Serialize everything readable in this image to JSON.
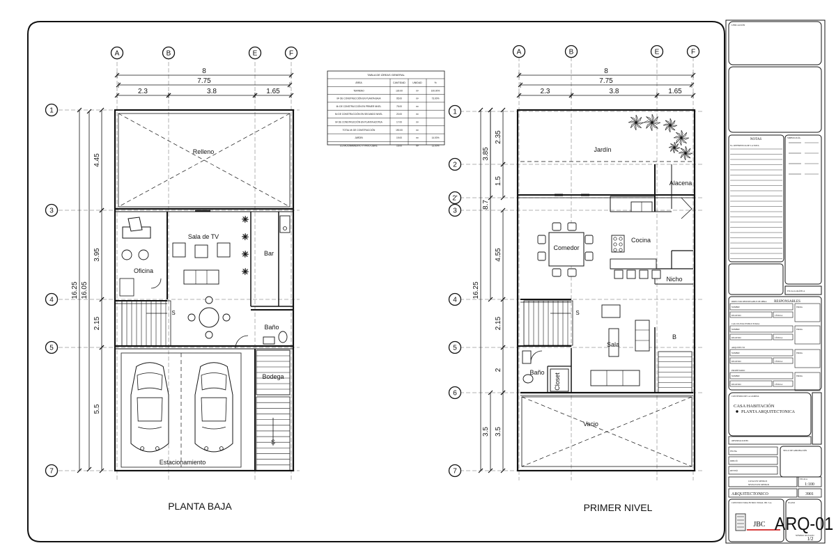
{
  "grid_cols": [
    "A",
    "B",
    "E",
    "F"
  ],
  "grid_rows_pb": [
    "1",
    "3",
    "4",
    "5",
    "7"
  ],
  "grid_rows_pn": [
    "1",
    "2",
    "2'",
    "3",
    "4",
    "5",
    "6",
    "7"
  ],
  "dims_top": {
    "total": "8",
    "inner": "7.75",
    "a": "2.3",
    "b": "3.8",
    "c": "1.65"
  },
  "pb": {
    "title": "PLANTA BAJA",
    "vert": {
      "total": "16.25",
      "inner": "16.05",
      "d1": "4.45",
      "d2": "3.95",
      "d3": "2.15",
      "d4": "5.5"
    },
    "rooms": {
      "relleno": "Relleno",
      "sala_tv": "Sala de TV",
      "oficina": "Oficina",
      "bar": "Bar",
      "bano": "Baño",
      "bodega": "Bodega",
      "estacionamiento": "Estacionamiento"
    },
    "stair_up": "S",
    "stair_s2": "S"
  },
  "pn": {
    "title": "PRIMER NIVEL",
    "vert": {
      "total": "16.25",
      "inner": "8.7",
      "d_a": "3.85",
      "d1": "2.35",
      "d2": "1.5",
      "d3": "4.55",
      "d4": "2.15",
      "d5": "2",
      "d6": "3.5",
      "d7": "3.5"
    },
    "rooms": {
      "jardin": "Jardín",
      "alacena": "Alacena",
      "comedor": "Comedor",
      "cocina": "Cocina",
      "nicho": "Nicho",
      "sala": "Sala",
      "bano": "Baño",
      "closet": "Closet",
      "vacio": "Vacio"
    },
    "stair_b": "B",
    "stair_s": "S"
  },
  "area_table": {
    "title": "TABLA DE ÁREAS GENERAL",
    "headers": [
      "ÁREA",
      "CANTIDAD",
      "UNIDAD",
      "%"
    ],
    "rows": [
      [
        "TERRENO",
        "130.00",
        "m²",
        "100.00%"
      ],
      [
        "M² DE CONSTRUCCIÓN EN PLANTA BAJA",
        "95.00",
        "m²",
        "73.00%"
      ],
      [
        "M² DE CONSTRUCCIÓN EN PRIMER NIVEL",
        "75.00",
        "m²",
        ""
      ],
      [
        "M² DE CONSTRUCCIÓN EN SEGUNDO NIVEL",
        "20.00",
        "m²",
        ""
      ],
      [
        "M² DE CONSTRUCCIÓN EN PLANTA AZOTEA",
        "17.00",
        "m²",
        ""
      ],
      [
        "TOTAL M² DE CONSTRUCCIÓN",
        "190.00",
        "m²",
        ""
      ],
      [
        "JARDÍN",
        "19.00",
        "m²",
        "14.00%"
      ],
      [
        "ESTACIONAMIENTO Y PATIO LIBRE",
        "16.00",
        "m²",
        "13.00%"
      ]
    ]
  },
  "title_block": {
    "ubicacion": "UBICACIÓN",
    "notas": "NOTAS",
    "notas_header": "No.     REFERENCIA DE LA NOTA",
    "simbologia": "SIMBOLOGÍA",
    "escala_grafica": "ESCALA GRÁFICA",
    "responsables": "RESPONSABLES",
    "director": "DIRECTOR RESPONSABLE DE OBRA",
    "calculista": "CALCULISTA ESTRUCTURAL",
    "arquitecto": "ARQUITECTO",
    "propietario": "PROPIETARIO",
    "nombre": "NOMBRE",
    "firma": "FIRMA",
    "registro": "REGISTRO",
    "cedula": "CÉDULA",
    "contenido": "CONTENIDO DE LA LÁMINA",
    "proyecto": "CASA HABITACIÓN",
    "contenido_item": "PLANTA ARQUITECTONICA",
    "observaciones": "OBSERVACIONES",
    "sello": "SELLO DE APROBACIÓN",
    "fecha": "FECHA",
    "dibujo": "DIBUJÓ",
    "reviso": "REVISÓ",
    "cotas": "COTAS EN METROS",
    "cotas_sub": "NIVELES EN METROS",
    "escala": "ESCALA",
    "escala_val": "1:100",
    "disciplina": "ARQUITECTONICO",
    "clave_val": "3901",
    "constructora": "CONSTRUCTORA ESTRUCTURAL JBC S.A.",
    "logo_text": "JBC",
    "plano_label": "PLANO",
    "plano": "ARQ-01",
    "numero_label": "NÚMERO DE PLANO",
    "numero": "1/2"
  }
}
